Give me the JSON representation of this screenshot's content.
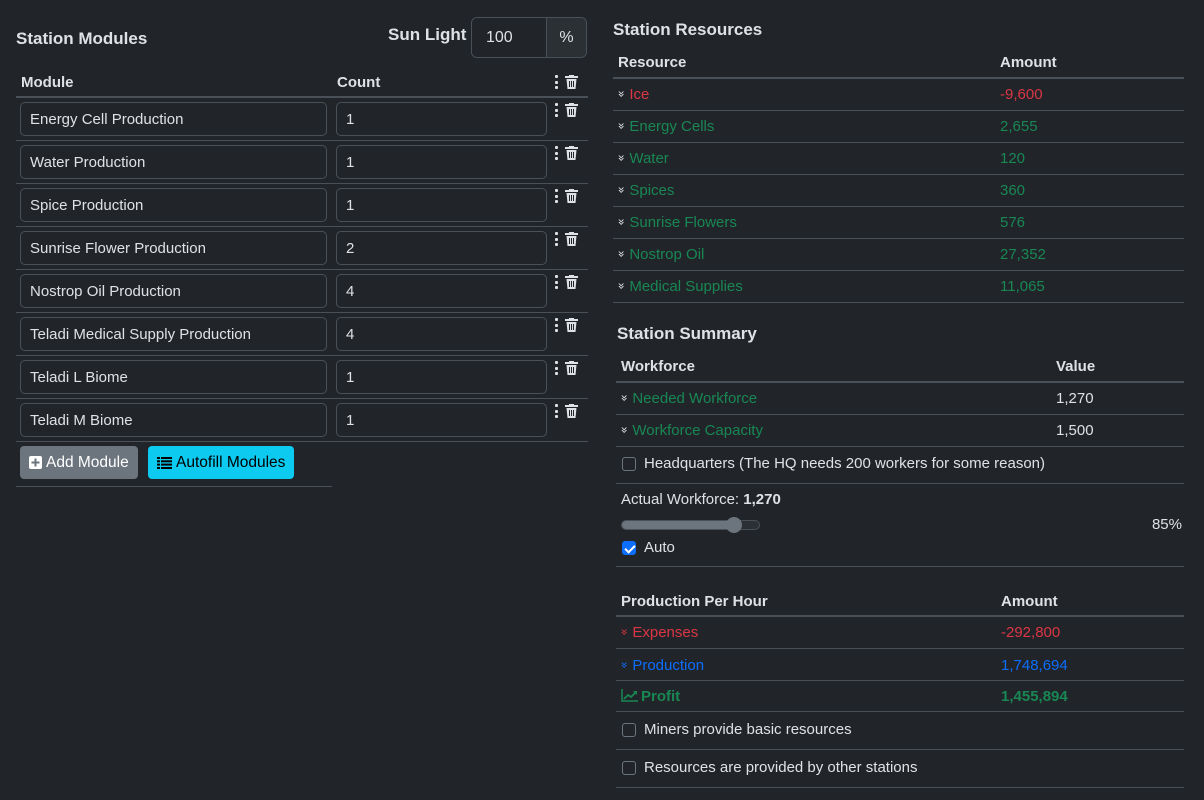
{
  "modules": {
    "title": "Station Modules",
    "sun_light_label": "Sun Light",
    "sun_light_value": "100",
    "sun_light_unit": "%",
    "columns": [
      "Module",
      "Count"
    ],
    "rows": [
      {
        "name": "Energy Cell Production",
        "count": "1"
      },
      {
        "name": "Water Production",
        "count": "1"
      },
      {
        "name": "Spice Production",
        "count": "1"
      },
      {
        "name": "Sunrise Flower Production",
        "count": "2"
      },
      {
        "name": "Nostrop Oil Production",
        "count": "4"
      },
      {
        "name": "Teladi Medical Supply Production",
        "count": "4"
      },
      {
        "name": "Teladi L Biome",
        "count": "1"
      },
      {
        "name": "Teladi M Biome",
        "count": "1"
      }
    ],
    "add_button": "Add Module",
    "autofill_button": "Autofill Modules"
  },
  "resources": {
    "title": "Station Resources",
    "columns": [
      "Resource",
      "Amount"
    ],
    "rows": [
      {
        "name": "Ice",
        "amount": "-9,600",
        "status": "negative"
      },
      {
        "name": "Energy Cells",
        "amount": "2,655",
        "status": "positive"
      },
      {
        "name": "Water",
        "amount": "120",
        "status": "positive"
      },
      {
        "name": "Spices",
        "amount": "360",
        "status": "positive"
      },
      {
        "name": "Sunrise Flowers",
        "amount": "576",
        "status": "positive"
      },
      {
        "name": "Nostrop Oil",
        "amount": "27,352",
        "status": "positive"
      },
      {
        "name": "Medical Supplies",
        "amount": "11,065",
        "status": "positive"
      }
    ]
  },
  "summary": {
    "title": "Station Summary",
    "columns": [
      "Workforce",
      "Value"
    ],
    "rows": [
      {
        "name": "Needed Workforce",
        "value": "1,270"
      },
      {
        "name": "Workforce Capacity",
        "value": "1,500"
      }
    ],
    "headquarters_label": "Headquarters (The HQ needs 200 workers for some reason)",
    "headquarters_checked": false,
    "actual_workforce_label": "Actual Workforce:",
    "actual_workforce_value": "1,270",
    "slider_percent": "85%",
    "slider_value": 85,
    "auto_label": "Auto",
    "auto_checked": true
  },
  "production": {
    "columns": [
      "Production Per Hour",
      "Amount"
    ],
    "expenses_label": "Expenses",
    "expenses_value": "-292,800",
    "production_label": "Production",
    "production_value": "1,748,694",
    "profit_label": "Profit",
    "profit_value": "1,455,894",
    "miners_label": "Miners provide basic resources",
    "miners_checked": false,
    "other_stations_label": "Resources are provided by other stations",
    "other_stations_checked": false
  },
  "colors": {
    "background": "#212529",
    "negative": "#dc3545",
    "positive": "#198754",
    "production": "#0d6efd",
    "autofill": "#0dcaf0",
    "add": "#6c757d"
  }
}
